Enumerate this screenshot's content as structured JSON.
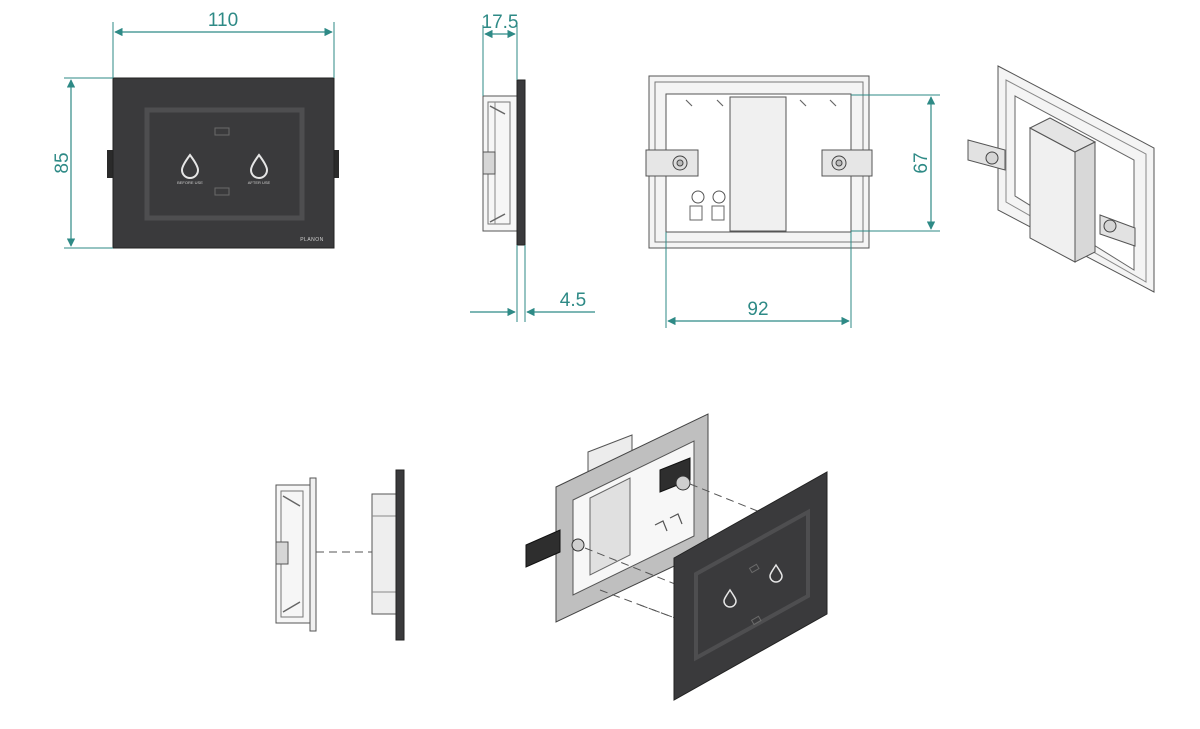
{
  "colors": {
    "dimension": "#2e8a86",
    "panel": "#3a3a3c",
    "panel_inner": "#4a4a4c",
    "outline": "#555555",
    "frame_fill": "#f0f0f0",
    "frame_shade": "#d8d8d8"
  },
  "dimensions": {
    "front_width": "110",
    "front_height": "85",
    "side_depth": "17.5",
    "side_plate": "4.5",
    "box_width": "92",
    "box_height": "67"
  },
  "panel": {
    "button_left_label": "BEFORE USE",
    "button_right_label": "AFTER USE",
    "brand": "PLANON"
  },
  "icons": [
    "water-drop-icon",
    "water-drop-icon"
  ]
}
